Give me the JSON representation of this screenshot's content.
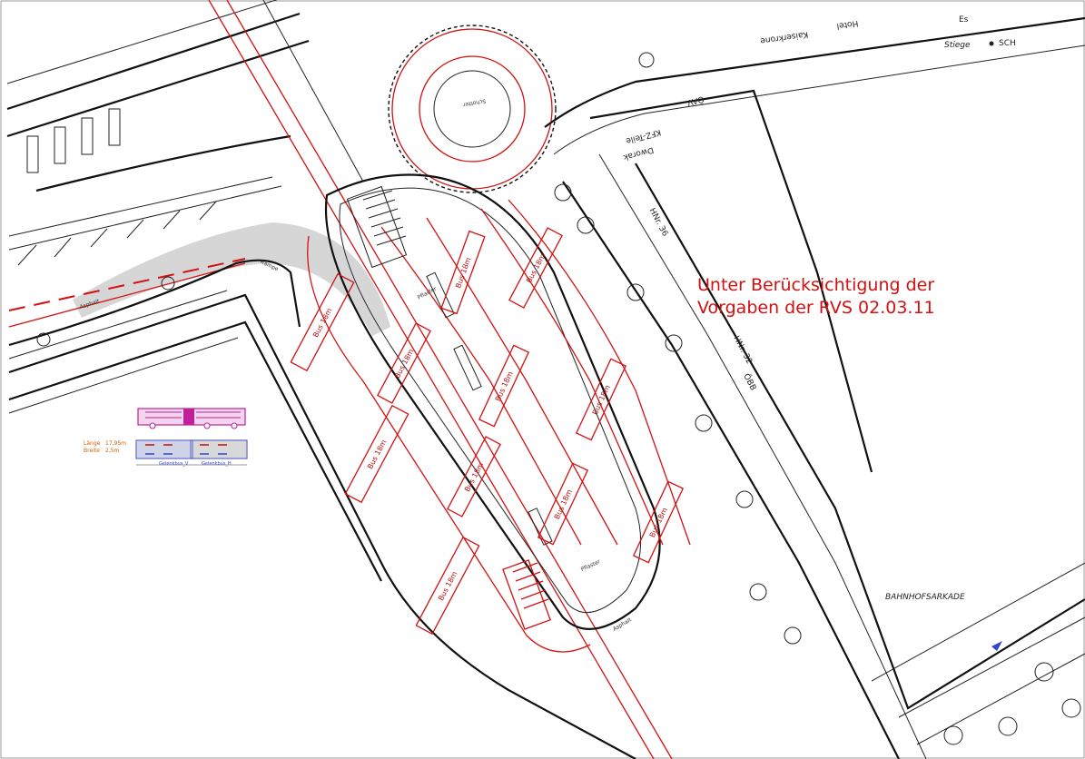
{
  "note": {
    "line1": "Unter Berücksichtigung der",
    "line2": "Vorgaben der RVS 02.03.11"
  },
  "labels": {
    "hotel": "Hotel",
    "kaiserkrone": "Kaiserkrone",
    "stiege": "Stiege",
    "sch": "SCH",
    "es": "Es",
    "kfz_teile": "KFZ-Teile",
    "dworak": "Dworak",
    "oeav": "ÖAV",
    "hnr36": "HNr. 36",
    "hnr32": "HNr. 32",
    "oebb": "ÖBB",
    "bahnhofsarkade": "BAHNHOFSARKADE",
    "rampe": "Rampe",
    "pflaster": "Pflaster",
    "asphalt": "Asphalt",
    "schotter": "Schotter"
  },
  "bus_bays": [
    {
      "label": "Bus 18m"
    },
    {
      "label": "Bus 18m"
    },
    {
      "label": "Bus 18m"
    },
    {
      "label": "Bus 18m"
    },
    {
      "label": "Bus 18m"
    },
    {
      "label": "Bus 18m"
    },
    {
      "label": "Bus 18m"
    },
    {
      "label": "Bus 18m"
    },
    {
      "label": "Bus 18m"
    },
    {
      "label": "Bus 18m"
    },
    {
      "label": "Bus 18m"
    }
  ],
  "legend": {
    "length_label": "Länge",
    "length_value": "17,95m",
    "width_label": "Breite",
    "width_value": "2,5m",
    "front_label": "Gelenkbus_V",
    "rear_label": "Gelenkbus_H"
  },
  "colors": {
    "accent_red": "#d41010",
    "line_black": "#111111",
    "swept_grey": "#d6d6d6",
    "bus_magenta": "#c0209a",
    "marker_blue": "#3344cc"
  }
}
